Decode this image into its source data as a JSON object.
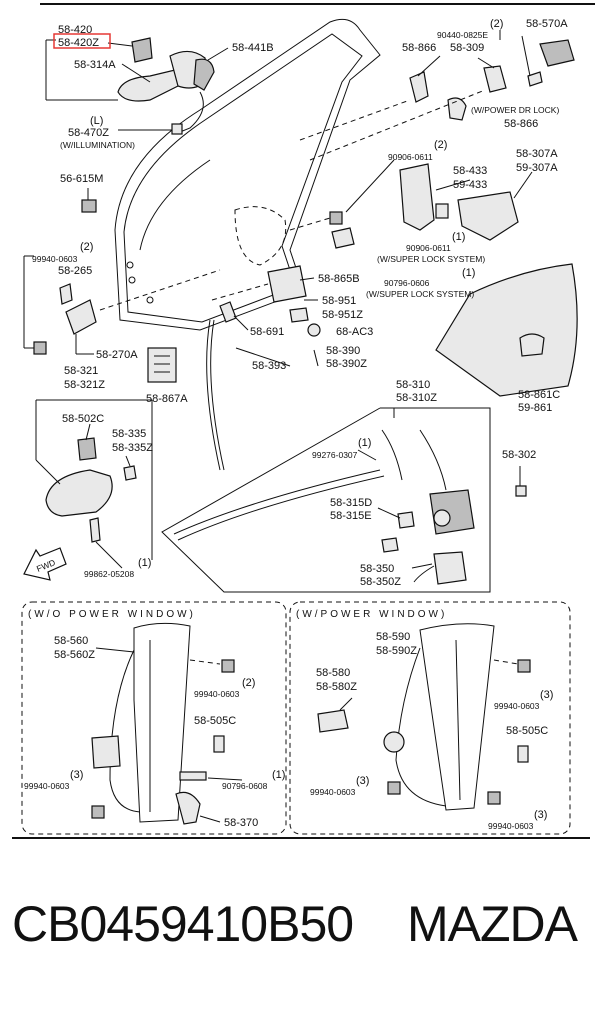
{
  "footer": {
    "part_number": "CB0459410B50",
    "brand": "MAZDA"
  },
  "sections": {
    "without_power_window": "(W/O POWER WINDOW)",
    "with_power_window": "(W/POWER WINDOW)"
  },
  "labels": [
    {
      "id": "l1",
      "text": "58-420"
    },
    {
      "id": "l2",
      "text": "58-420Z"
    },
    {
      "id": "l3",
      "text": "58-314A"
    },
    {
      "id": "l4",
      "text": "58-441B"
    },
    {
      "id": "l5",
      "text": "(L)"
    },
    {
      "id": "l6",
      "text": "58-470Z"
    },
    {
      "id": "l7",
      "text": "(W/ILLUMINATION)"
    },
    {
      "id": "l8",
      "text": "(2)"
    },
    {
      "id": "l9",
      "text": "90440-0825E"
    },
    {
      "id": "l10",
      "text": "58-570A"
    },
    {
      "id": "l11",
      "text": "58-866"
    },
    {
      "id": "l12",
      "text": "58-309"
    },
    {
      "id": "l13",
      "text": "(W/POWER DR LOCK)"
    },
    {
      "id": "l14",
      "text": "58-866"
    },
    {
      "id": "l15",
      "text": "56-615M"
    },
    {
      "id": "l16",
      "text": "(2)"
    },
    {
      "id": "l17",
      "text": "90906-0611"
    },
    {
      "id": "l18",
      "text": "58-433"
    },
    {
      "id": "l19",
      "text": "59-433"
    },
    {
      "id": "l20",
      "text": "58-307A"
    },
    {
      "id": "l21",
      "text": "59-307A"
    },
    {
      "id": "l22",
      "text": "(2)"
    },
    {
      "id": "l23",
      "text": "99940-0603"
    },
    {
      "id": "l24",
      "text": "58-265"
    },
    {
      "id": "l25",
      "text": "(1)"
    },
    {
      "id": "l26",
      "text": "90906-0611"
    },
    {
      "id": "l27",
      "text": "(W/SUPER LOCK SYSTEM)"
    },
    {
      "id": "l28",
      "text": "58-865B"
    },
    {
      "id": "l29",
      "text": "(1)"
    },
    {
      "id": "l30",
      "text": "90796-0606"
    },
    {
      "id": "l31",
      "text": "(W/SUPER LOCK SYSTEM)"
    },
    {
      "id": "l32",
      "text": "58-951"
    },
    {
      "id": "l33",
      "text": "58-951Z"
    },
    {
      "id": "l34",
      "text": "58-691"
    },
    {
      "id": "l35",
      "text": "68-AC3"
    },
    {
      "id": "l36",
      "text": "58-270A"
    },
    {
      "id": "l37",
      "text": "58-390"
    },
    {
      "id": "l38",
      "text": "58-390Z"
    },
    {
      "id": "l39",
      "text": "58-393"
    },
    {
      "id": "l40",
      "text": "58-321"
    },
    {
      "id": "l41",
      "text": "58-321Z"
    },
    {
      "id": "l42",
      "text": "58-867A"
    },
    {
      "id": "l43",
      "text": "58-861C"
    },
    {
      "id": "l44",
      "text": "59-861"
    },
    {
      "id": "l45",
      "text": "58-310"
    },
    {
      "id": "l46",
      "text": "58-310Z"
    },
    {
      "id": "l47",
      "text": "58-502C"
    },
    {
      "id": "l48",
      "text": "58-335"
    },
    {
      "id": "l49",
      "text": "58-335Z"
    },
    {
      "id": "l50",
      "text": "(1)"
    },
    {
      "id": "l51",
      "text": "99276-0307"
    },
    {
      "id": "l52",
      "text": "58-302"
    },
    {
      "id": "l53",
      "text": "58-315D"
    },
    {
      "id": "l54",
      "text": "58-315E"
    },
    {
      "id": "l55",
      "text": "(1)"
    },
    {
      "id": "l56",
      "text": "99862-05208"
    },
    {
      "id": "l57",
      "text": "58-350"
    },
    {
      "id": "l58",
      "text": "58-350Z"
    },
    {
      "id": "l59",
      "text": "FWD"
    },
    {
      "id": "l60",
      "text": "58-560"
    },
    {
      "id": "l61",
      "text": "58-560Z"
    },
    {
      "id": "l62",
      "text": "(2)"
    },
    {
      "id": "l63",
      "text": "99940-0603"
    },
    {
      "id": "l64",
      "text": "58-505C"
    },
    {
      "id": "l65",
      "text": "(3)"
    },
    {
      "id": "l66",
      "text": "99940-0603"
    },
    {
      "id": "l67",
      "text": "(1)"
    },
    {
      "id": "l68",
      "text": "90796-0608"
    },
    {
      "id": "l69",
      "text": "58-370"
    },
    {
      "id": "l70",
      "text": "58-590"
    },
    {
      "id": "l71",
      "text": "58-590Z"
    },
    {
      "id": "l72",
      "text": "58-580"
    },
    {
      "id": "l73",
      "text": "58-580Z"
    },
    {
      "id": "l74",
      "text": "(3)"
    },
    {
      "id": "l75",
      "text": "99940-0603"
    },
    {
      "id": "l76",
      "text": "58-505C"
    },
    {
      "id": "l77",
      "text": "(3)"
    },
    {
      "id": "l78",
      "text": "99940-0603"
    },
    {
      "id": "l79",
      "text": "(3)"
    },
    {
      "id": "l80",
      "text": "99940-0603"
    }
  ]
}
